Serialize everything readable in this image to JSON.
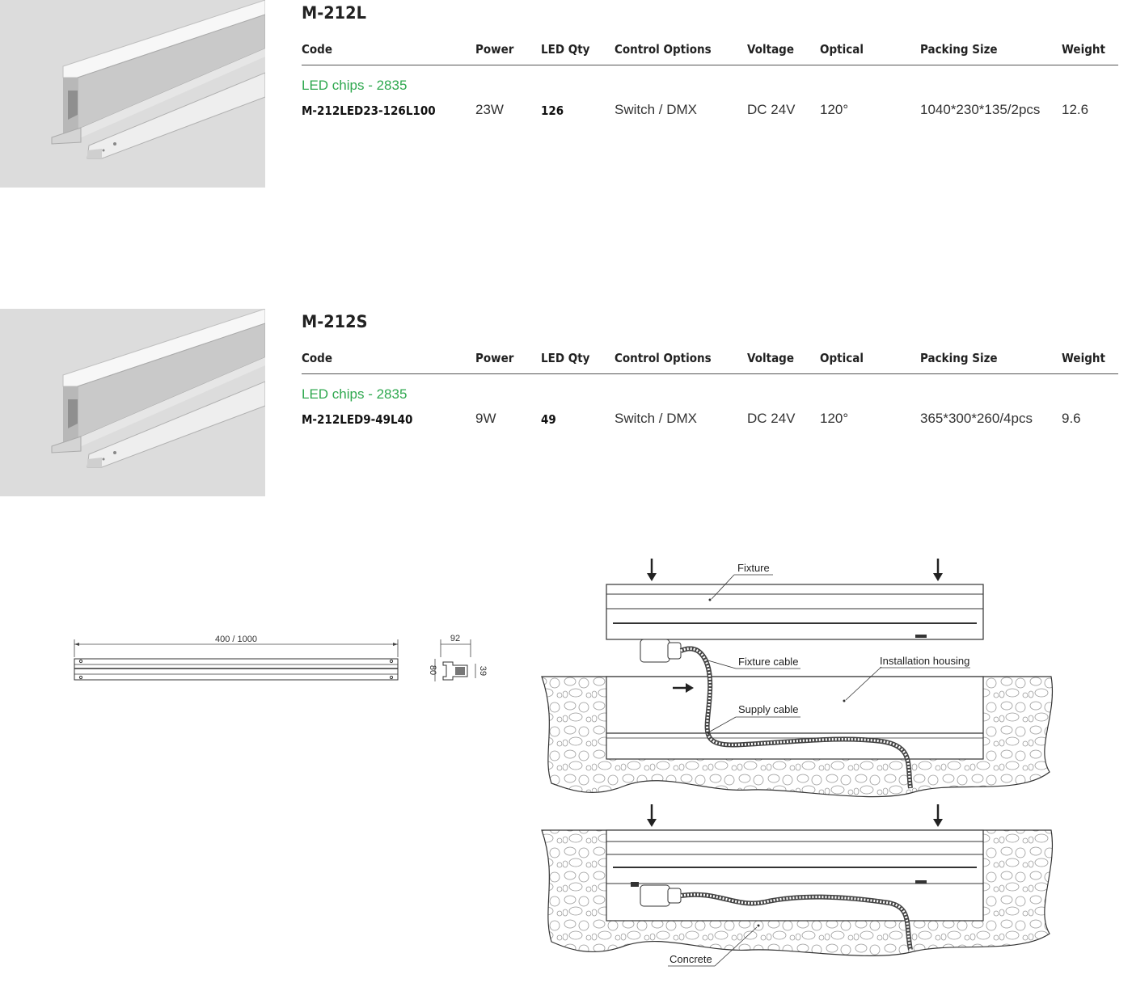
{
  "columns": {
    "code": "Code",
    "power": "Power",
    "led_qty": "LED  Qty",
    "control": "Control  Options",
    "voltage": "Voltage",
    "optical": "Optical",
    "packing": "Packing  Size",
    "weight": "Weight"
  },
  "products": [
    {
      "title": "M-212L",
      "chips": "LED chips - 2835",
      "row": {
        "code": "M-212LED23-126L100",
        "power": "23W",
        "led_qty": "126",
        "control": "Switch / DMX",
        "voltage": "DC 24V",
        "optical": "120°",
        "packing": "1040*230*135/2pcs",
        "weight": "12.6"
      }
    },
    {
      "title": "M-212S",
      "chips": "LED chips - 2835",
      "row": {
        "code": "M-212LED9-49L40",
        "power": "9W",
        "led_qty": "49",
        "control": "Switch / DMX",
        "voltage": "DC 24V",
        "optical": "120°",
        "packing": "365*300*260/4pcs",
        "weight": "9.6"
      }
    }
  ],
  "dimensions": {
    "length": "400 / 1000",
    "width": "92",
    "height": "80",
    "inner_height": "39"
  },
  "installation": {
    "fixture": "Fixture",
    "fixture_cable": "Fixture cable",
    "installation_housing": "Installation housing",
    "supply_cable": "Supply cable",
    "concrete": "Concrete"
  }
}
